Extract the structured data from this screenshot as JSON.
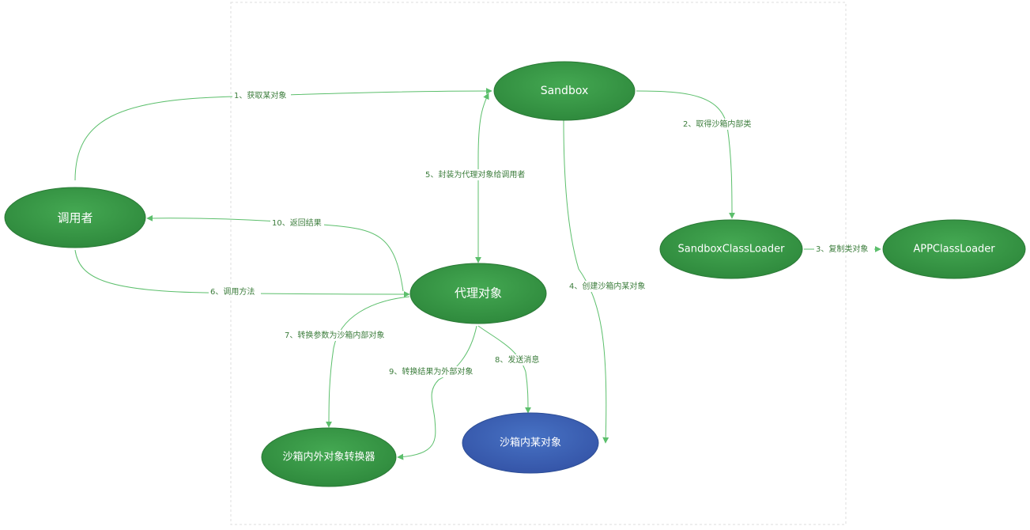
{
  "nodes": {
    "sandbox": "Sandbox",
    "caller": "调用者",
    "sandbox_classloader": "SandboxClassLoader",
    "app_classloader": "APPClassLoader",
    "proxy": "代理对象",
    "converter": "沙箱内外对象转换器",
    "inner_object": "沙箱内某对象"
  },
  "edges": {
    "e1": "1、获取某对象",
    "e2": "2、取得沙箱内部类",
    "e3": "3、复制类对象",
    "e4": "4、创建沙箱内某对象",
    "e5": "5、封装为代理对象给调用者",
    "e6": "6、调用方法",
    "e7": "7、转换参数为沙箱内部对象",
    "e8": "8、发送消息",
    "e9": "9、转换结果为外部对象",
    "e10": "10、返回结果"
  },
  "colors": {
    "node_green": "#3a9a48",
    "node_blue": "#3d63b8",
    "edge": "#5cbf6c",
    "label": "#3c7d3c",
    "boundary": "#dcdcdc"
  }
}
